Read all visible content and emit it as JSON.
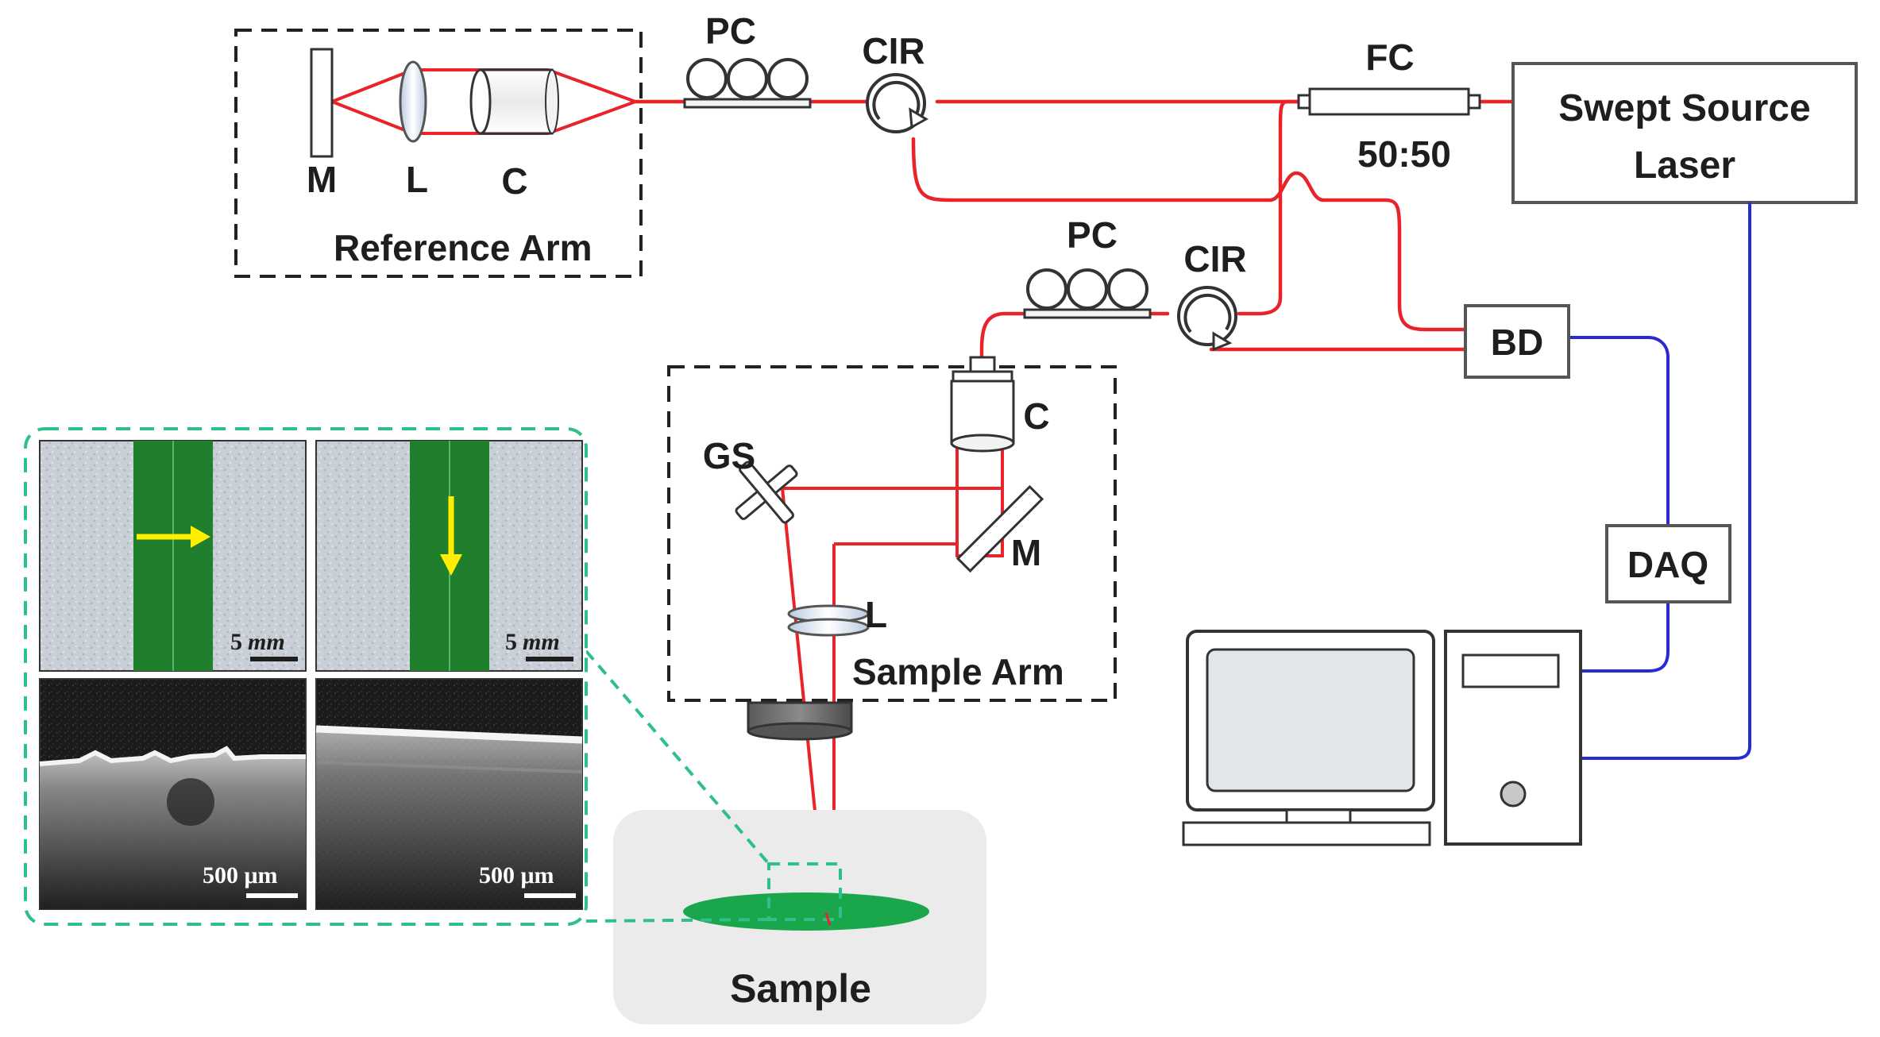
{
  "labels": {
    "pc_top": "PC",
    "cir_top": "CIR",
    "fc": "FC",
    "ratio": "50:50",
    "laser_line1": "Swept Source",
    "laser_line2": "Laser",
    "ref_m": "M",
    "ref_l": "L",
    "ref_c": "C",
    "reference_arm": "Reference Arm",
    "pc_sample": "PC",
    "cir_sample": "CIR",
    "bd": "BD",
    "daq": "DAQ",
    "gs": "GS",
    "sample_c": "C",
    "sample_m": "M",
    "sample_l": "L",
    "sample_arm": "Sample Arm",
    "sample": "Sample"
  },
  "inset": {
    "scale_top_left_num": "5",
    "scale_top_left_unit": "mm",
    "scale_top_right_num": "5",
    "scale_top_right_unit": "mm",
    "scale_bottom_left": "500 μm",
    "scale_bottom_right": "500 μm"
  },
  "colors": {
    "optical_fiber": "#e8232a",
    "electrical_wire": "#2a2ad0",
    "inset_border": "#2fbf8a",
    "sample_green": "#1aa64a",
    "strip_green": "#1f7f2c",
    "arrow_yellow": "#ffee00"
  }
}
